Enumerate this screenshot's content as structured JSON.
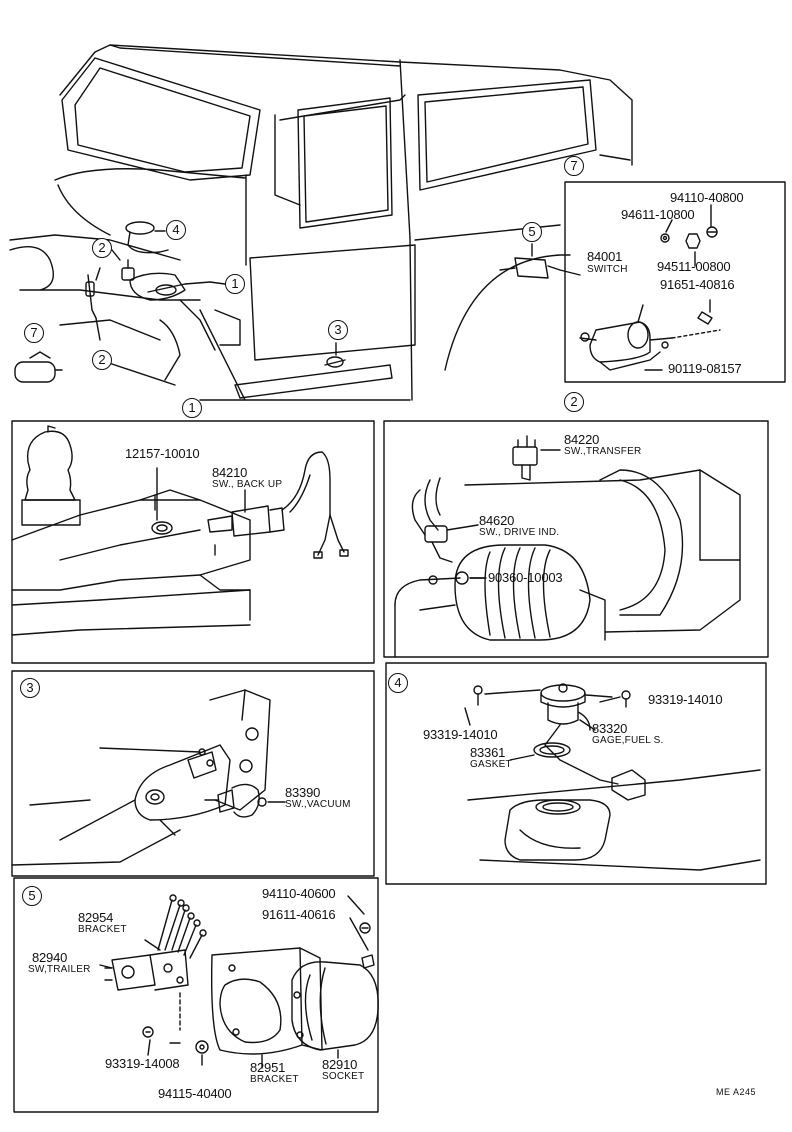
{
  "callouts": {
    "c1a": "1",
    "c2a": "2",
    "c2b": "2",
    "c3": "3",
    "c4": "4",
    "c5": "5",
    "c7a": "7",
    "c7b": "7",
    "p1": "1",
    "p2": "2",
    "p3": "3",
    "p4": "4",
    "p5": "5"
  },
  "panel7": {
    "pn_94110": "94110-40800",
    "pn_94611": "94611-10800",
    "pn_84001": "84001",
    "desc_84001": "SWITCH",
    "pn_94511": "94511-00800",
    "pn_91651": "91651-40816",
    "pn_90119": "90119-08157"
  },
  "panel1": {
    "pn_12157": "12157-10010",
    "pn_84210": "84210",
    "desc_84210": "SW., BACK UP"
  },
  "panel2": {
    "pn_84220": "84220",
    "desc_84220": "SW.,TRANSFER",
    "pn_84620": "84620",
    "desc_84620": "SW., DRIVE IND.",
    "pn_90360": "90360-10003"
  },
  "panel3": {
    "pn_83390": "83390",
    "desc_83390": "SW.,VACUUM"
  },
  "panel4": {
    "pn_93319a": "93319-14010",
    "pn_93319b": "93319-14010",
    "pn_83320": "83320",
    "desc_83320": "GAGE,FUEL S.",
    "pn_83361": "83361",
    "desc_83361": "GASKET"
  },
  "panel5": {
    "pn_94110": "94110-40600",
    "pn_91611": "91611-40616",
    "pn_82954": "82954",
    "desc_82954": "BRACKET",
    "pn_82940": "82940",
    "desc_82940": "SW,TRAILER",
    "pn_93319": "93319-14008",
    "pn_94115": "94115-40400",
    "pn_82951": "82951",
    "desc_82951": "BRACKET",
    "pn_82910": "82910",
    "desc_82910": "SOCKET"
  },
  "footer": {
    "code": "ME  A245"
  }
}
